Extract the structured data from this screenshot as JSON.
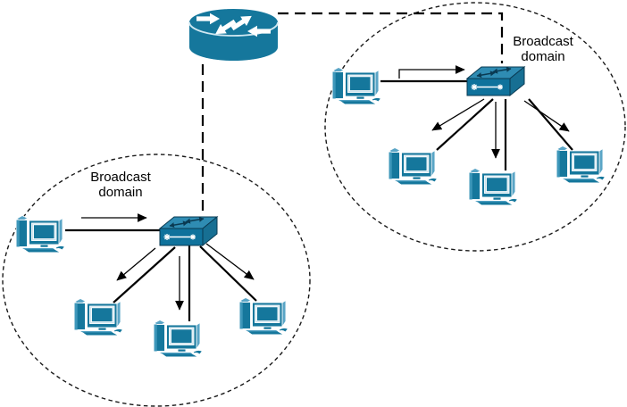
{
  "diagram": {
    "labels": {
      "left_domain": "Broadcast domain",
      "right_domain": "Broadcast domain"
    },
    "icons": [
      {
        "name": "router-icon",
        "meaning": "router (cylinder with crossing arrows)",
        "count": 1
      },
      {
        "name": "switch-icon",
        "meaning": "workgroup switch (3D box with port lights)",
        "count": 2
      },
      {
        "name": "pc-icon",
        "meaning": "desktop PC host",
        "count": 8
      }
    ],
    "counts": {
      "broadcast_domains": 2,
      "hosts_per_domain": 4
    },
    "colors": {
      "device_teal": "#15779c",
      "device_teal_top": "#2f8cb3",
      "device_outline": "#0a3a52",
      "line": "#000000",
      "background": "#ffffff"
    }
  }
}
